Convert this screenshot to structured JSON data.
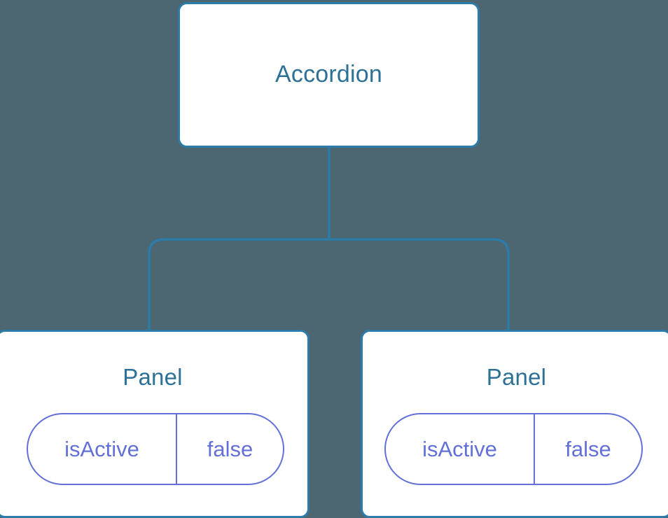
{
  "diagram": {
    "type": "component-tree",
    "background_color": "#4c6771",
    "node_border_color": "#2d7ba8",
    "node_title_color": "#2d7196",
    "connector_color": "#2d7ba8",
    "pill_color": "#6270d8",
    "root": {
      "title": "Accordion"
    },
    "children": [
      {
        "title": "Panel",
        "state": {
          "key": "isActive",
          "value": "false"
        }
      },
      {
        "title": "Panel",
        "state": {
          "key": "isActive",
          "value": "false"
        }
      }
    ]
  }
}
